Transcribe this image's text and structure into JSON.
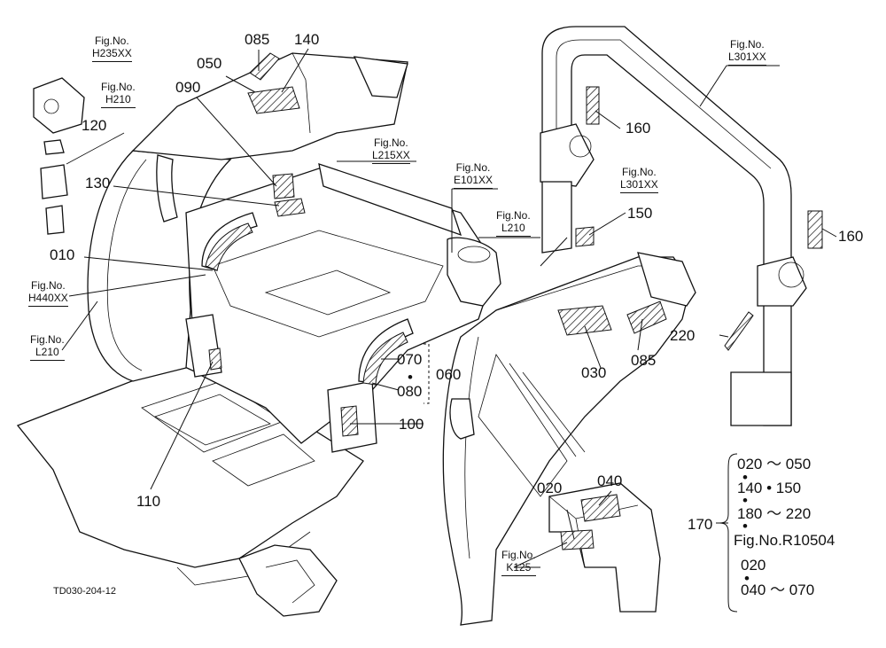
{
  "fig_refs": [
    {
      "id": "h235",
      "label": "Fig.No.",
      "code": "H235XX"
    },
    {
      "id": "h210",
      "label": "Fig.No.",
      "code": "H210"
    },
    {
      "id": "l215",
      "label": "Fig.No.",
      "code": "L215XX"
    },
    {
      "id": "e101",
      "label": "Fig.No.",
      "code": "E101XX"
    },
    {
      "id": "h440",
      "label": "Fig.No.",
      "code": "H440XX"
    },
    {
      "id": "l210a",
      "label": "Fig.No.",
      "code": "L210"
    },
    {
      "id": "l210b",
      "label": "Fig.No.",
      "code": "L210"
    },
    {
      "id": "l301a",
      "label": "Fig.No.",
      "code": "L301XX"
    },
    {
      "id": "l301b",
      "label": "Fig.No.",
      "code": "L301XX"
    },
    {
      "id": "k125",
      "label": "Fig.No.",
      "code": "K125"
    }
  ],
  "part_numbers": {
    "p085a": "085",
    "p140": "140",
    "p050": "050",
    "p090": "090",
    "p120": "120",
    "p130": "130",
    "p010": "010",
    "p110": "110",
    "p070": "070",
    "p080": "080",
    "p060": "060",
    "p100": "100",
    "p160a": "160",
    "p160b": "160",
    "p150": "150",
    "p220": "220",
    "p030": "030",
    "p085b": "085",
    "p020": "020",
    "p040": "040",
    "p170": "170",
    "dot_a": "•",
    "dot_b": "•",
    "dot_c": "•",
    "dot_d": "•",
    "dot_e": "•"
  },
  "notes_170": {
    "line1": "020 ～ 050",
    "line2": "140 • 150",
    "line3": "180 ～ 220",
    "line4": "Fig.No.R10504",
    "line5": "020",
    "line6": "040 ～ 070"
  },
  "drawing_code": "TD030-204-12"
}
